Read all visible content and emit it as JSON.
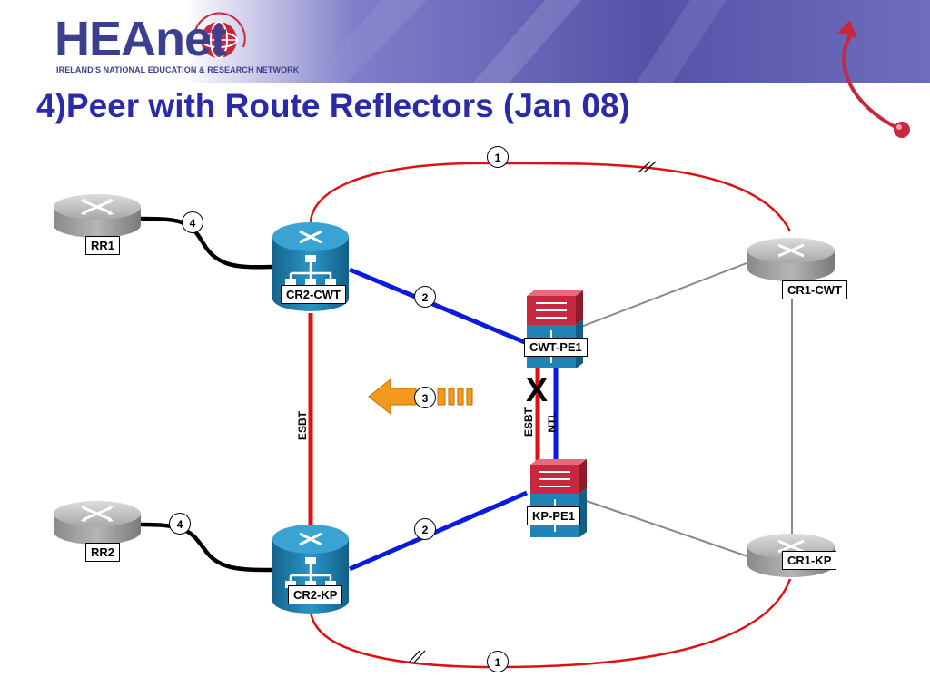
{
  "header": {
    "logo_text": "HEAnet",
    "logo_tagline": "IRELAND'S NATIONAL EDUCATION & RESEARCH NETWORK"
  },
  "slide": {
    "title": "4)Peer with Route Reflectors (Jan 08)"
  },
  "diagram": {
    "nodes": {
      "rr1": "RR1",
      "rr2": "RR2",
      "cr2_cwt": "CR2-CWT",
      "cr2_kp": "CR2-KP",
      "cwt_pe1": "CWT-PE1",
      "kp_pe1": "KP-PE1",
      "cr1_cwt": "CR1-CWT",
      "cr1_kp": "CR1-KP"
    },
    "steps": {
      "top": "1",
      "bottom": "1",
      "upper_blue": "2",
      "lower_blue": "2",
      "arrow": "3",
      "rr1_link": "4",
      "rr2_link": "4"
    },
    "link_labels": {
      "left_esbt": "ESBT",
      "right_esbt": "ESBT",
      "ntl": "NTL"
    },
    "broken_link_mark": "X",
    "colors": {
      "red_link": "#dd1111",
      "blue_link": "#0a1adf",
      "black_link": "#000000",
      "gray_link": "#888888",
      "core_router": "#1f83b5",
      "pe_top": "#c8283f",
      "arrow": "#f39a1e",
      "title": "#2b2ba8"
    }
  }
}
